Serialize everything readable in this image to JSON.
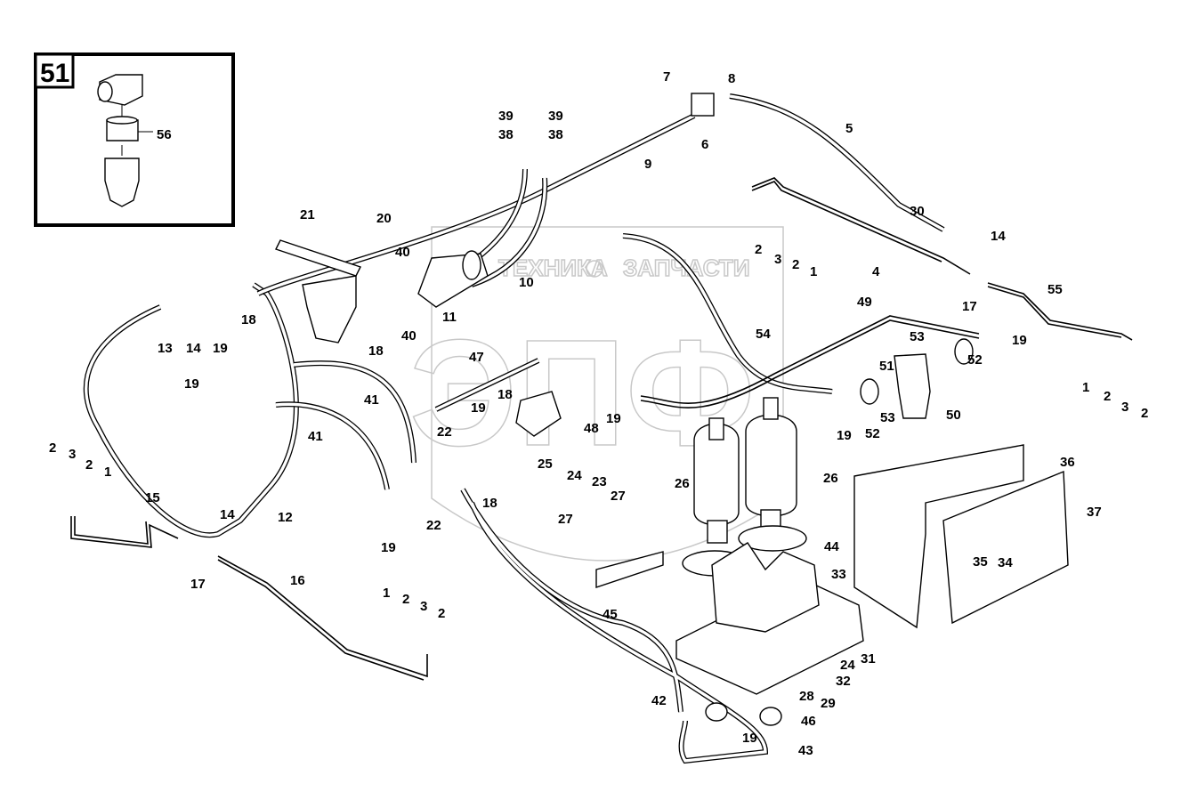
{
  "inset": {
    "number": "51",
    "callout": "56"
  },
  "watermark": {
    "line1_left": "ТЕХНИКА",
    "line1_right": "ЗАПЧАСТИ",
    "logo": "ЭПФ"
  },
  "callouts": [
    "7",
    "8",
    "39",
    "39",
    "38",
    "38",
    "9",
    "6",
    "5",
    "21",
    "20",
    "10",
    "40",
    "40",
    "11",
    "30",
    "14",
    "2",
    "3",
    "2",
    "1",
    "4",
    "55",
    "17",
    "49",
    "19",
    "53",
    "52",
    "51",
    "54",
    "13",
    "14",
    "19",
    "18",
    "18",
    "41",
    "19",
    "41",
    "47",
    "18",
    "19",
    "48",
    "19",
    "1",
    "2",
    "3",
    "2",
    "19",
    "52",
    "53",
    "50",
    "22",
    "25",
    "24",
    "23",
    "18",
    "26",
    "26",
    "36",
    "37",
    "27",
    "27",
    "22",
    "19",
    "44",
    "33",
    "35",
    "34",
    "2",
    "3",
    "2",
    "1",
    "15",
    "14",
    "12",
    "17",
    "16",
    "1",
    "2",
    "3",
    "2",
    "45",
    "24",
    "31",
    "28",
    "32",
    "29",
    "42",
    "19",
    "46",
    "43"
  ]
}
